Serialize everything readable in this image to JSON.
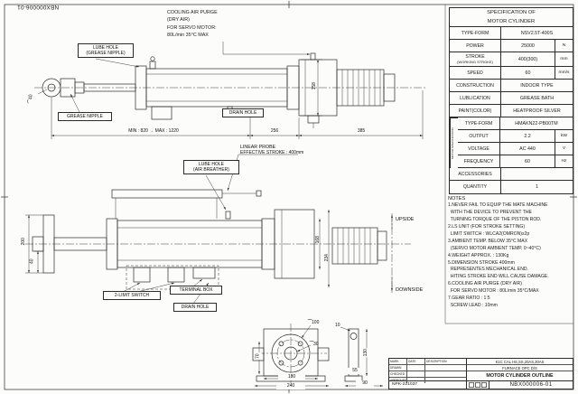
{
  "page": {
    "doc_number_rotated": "NBX000006-01"
  },
  "cooling_note": {
    "lines": [
      "COOLING AIR PURGE",
      "(DRY AIR)",
      "FOR SERVO MOTOR:",
      "80L/min 35°C MAX"
    ]
  },
  "spec_table": {
    "title_line1": "SPECIFICATION OF",
    "title_line2": "MOTOR CYLINDER",
    "motor_section_label": "MOTOR SPECIFICATION",
    "rows": [
      {
        "label": "TYPE-FORM",
        "value": "NSV2.5T-400S",
        "unit": ""
      },
      {
        "label": "POWER",
        "value": "25000",
        "unit": "N"
      },
      {
        "label": "STROKE",
        "label2": "(WORKING STROKE)",
        "value": "400(300)",
        "unit": "mm"
      },
      {
        "label": "SPEED",
        "value": "60",
        "unit": "mm/s"
      },
      {
        "label": "CONSTRUCTION",
        "value": "INDOOR TYPE",
        "unit": ""
      },
      {
        "label": "LUBLICATION",
        "value": "GREASE BATH",
        "unit": ""
      },
      {
        "label": "PAINT(COLOR)",
        "value": "HEATPROOF SILVER",
        "unit": ""
      },
      {
        "label": "TYPE-FORM",
        "value": "HMAKN22-PB00TM",
        "unit": ""
      },
      {
        "label": "OUTPUT",
        "value": "2.2",
        "unit": "kW"
      },
      {
        "label": "VOLTAGE",
        "value": "AC 440",
        "unit": "V"
      },
      {
        "label": "FREQUENCY",
        "value": "60",
        "unit": "Hz"
      },
      {
        "label": "ACCESSORIES",
        "value": "",
        "unit": ""
      },
      {
        "label": "QUANTITY",
        "value": "1",
        "unit": ""
      }
    ]
  },
  "notes": {
    "title": "NOTES",
    "lines": [
      "1.NEVER FAIL TO EQUIP THE MATE MACHINE",
      "  WITH THE DEVICE TO PREVENT THE",
      "  TURNING TORQUE OF THE PISTON ROD.",
      "2.LS UNIT (FOR STROKE SETTING)",
      "  LIMIT SWITCH : WLCA2(OMRON)x2p",
      "3.AMBIENT TEMP. BELOW 35°C MAX",
      "  (SERVO MOTOR AMBIENT TEMP. 0~40°C)",
      "4.WEIGHT APPROX. : 130Kg",
      "5.DIMENSION STROKE 400mm",
      "  REPRESENTES MECHANICAL END.",
      "  HITING STROKE END WILL CAUSE DAMAGE.",
      "6.COOLING AIR PURGE (DRY AIR)",
      "  FOR SERVO MOTOR : 80L/min 35°C/MAX",
      "7.GEAR RATIO : 1:5",
      "  SCREW LEAD : 10mm"
    ]
  },
  "drawing_labels": {
    "lube_hole": "LUBE HOLE",
    "grease_nipple_paren": "(GREASE NIPPLE)",
    "grease_nipple": "GREASE NIPPLE",
    "drain_hole": "DRAIN HOLE",
    "dia_40": "⁀40",
    "dim_158": "158",
    "dim_min_max": "MIN : 820 → MAX : 1220",
    "dim_256": "256",
    "dim_385": "385",
    "air_breather_paren": "(AIR BREATHER)",
    "linear_probe": "LINEAR PROBE",
    "effective_stroke": "EFFECTIVE STROKE : 400mm",
    "dim_200": "200",
    "dim_40": "40",
    "limit_switch": "2-LIMIT SWITCH",
    "terminal_box": "TERMINAL BOX",
    "dim_168": "168",
    "dim_234": "234",
    "upside": "UPSIDE",
    "downside": "DOWNSIDE",
    "dia_100": "⁀100",
    "dia_30": "⁀30",
    "dim_70": "70",
    "dim_130": "130",
    "dim_55": "55",
    "dim_10": "10",
    "dim_180": "180",
    "dim_240": "240",
    "dim_90": "90"
  },
  "title_block": {
    "rev_header": [
      "MARK",
      "DATE",
      "DESCRIPTION"
    ],
    "approvals": [
      "DRAWN",
      "CHECKED",
      "APPROVED"
    ],
    "project_line1": "K1C CAL HS,SS,20AS,30AS",
    "project_line2": "FURNACE OPC D/S",
    "drawing_title": "MOTOR CYLINDER OUTLINE",
    "doc_code": "NPK-221037",
    "drawing_no": "NBX000006-01"
  }
}
